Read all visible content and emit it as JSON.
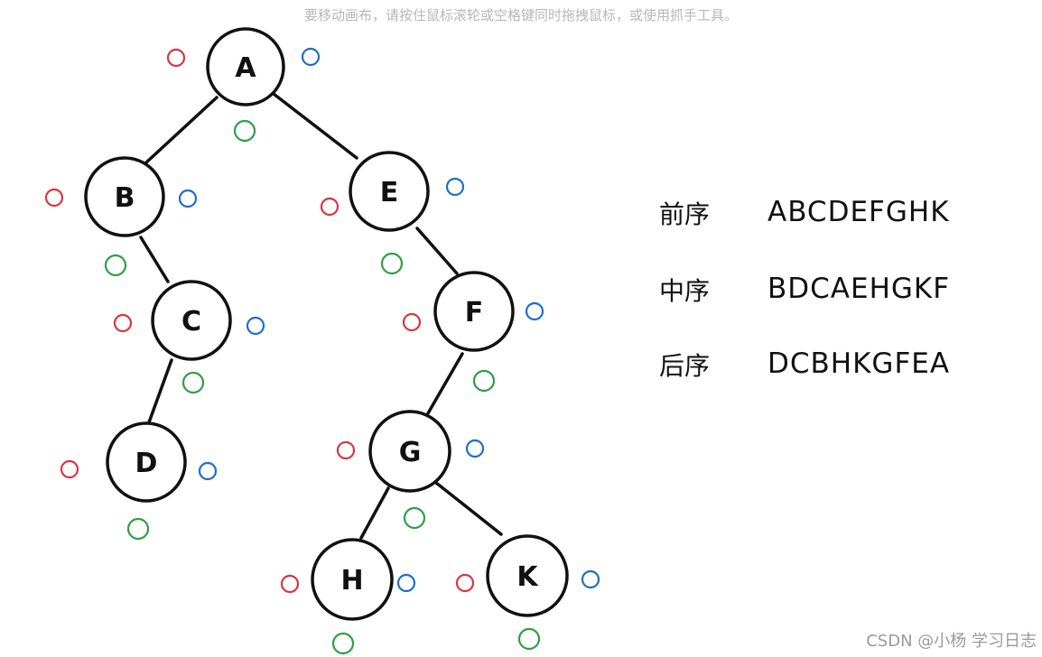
{
  "hint": "要移动画布，请按住鼠标滚轮或空格键同时拖拽鼠标，或使用抓手工具。",
  "tree": {
    "nodes": [
      "A",
      "B",
      "C",
      "D",
      "E",
      "F",
      "G",
      "H",
      "K"
    ]
  },
  "traversals": [
    {
      "label": "前序",
      "value": "ABCDEFGHK"
    },
    {
      "label": "中序",
      "value": "BDCAEHGKF"
    },
    {
      "label": "后序",
      "value": "DCBHKGFEA"
    }
  ],
  "marker_colors": {
    "pre": "#d9363e",
    "in": "#2e9e44",
    "post": "#1f6fc4"
  },
  "watermark": "CSDN @小杨 学习日志"
}
